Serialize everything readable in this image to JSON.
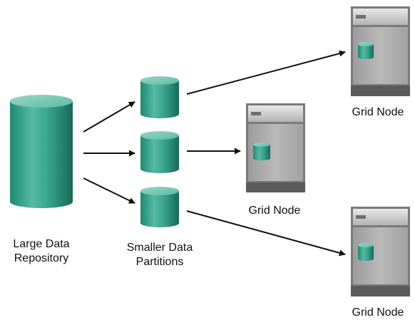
{
  "colors": {
    "cylinder_light": "#7fc7b6",
    "cylinder_mid": "#36a58c",
    "cylinder_dark": "#13705c",
    "node_frame": "#6b6b6b",
    "node_panel": "#a8a8a8",
    "arrow": "#111111"
  },
  "repository": {
    "label_line1": "Large Data",
    "label_line2": "Repository"
  },
  "partitions": {
    "label_line1": "Smaller Data",
    "label_line2": "Partitions",
    "count": 3
  },
  "grid_nodes": [
    {
      "label": "Grid Node"
    },
    {
      "label": "Grid Node"
    },
    {
      "label": "Grid Node"
    }
  ]
}
